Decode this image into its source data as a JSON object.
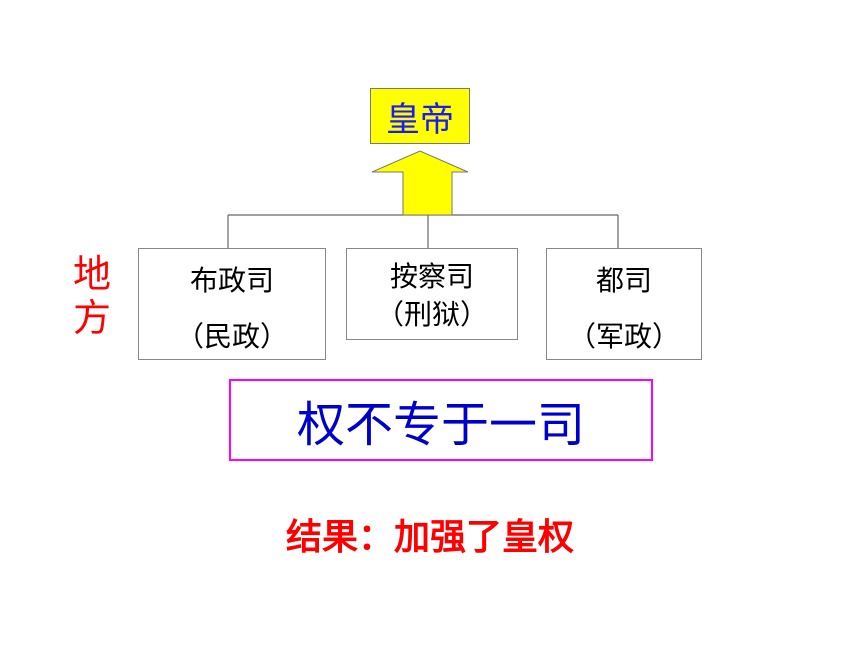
{
  "emperor": {
    "label": "皇帝"
  },
  "side_label": {
    "chars": [
      "地",
      "方"
    ]
  },
  "offices": [
    {
      "name": "布政司",
      "role": "（民政）"
    },
    {
      "name": "按察司",
      "role": "（刑狱）"
    },
    {
      "name": "都司",
      "role": "（军政）"
    }
  ],
  "principle": "权不专于一司",
  "result": "结果：加强了皇权",
  "colors": {
    "emperor_fill": "#ffff00",
    "emperor_text": "#1a1aff",
    "arrow_fill": "#ffff00",
    "side_label": "#ff0000",
    "principle_border": "#ff00ff",
    "principle_text": "#0000cc",
    "result_text": "#ff0000"
  }
}
